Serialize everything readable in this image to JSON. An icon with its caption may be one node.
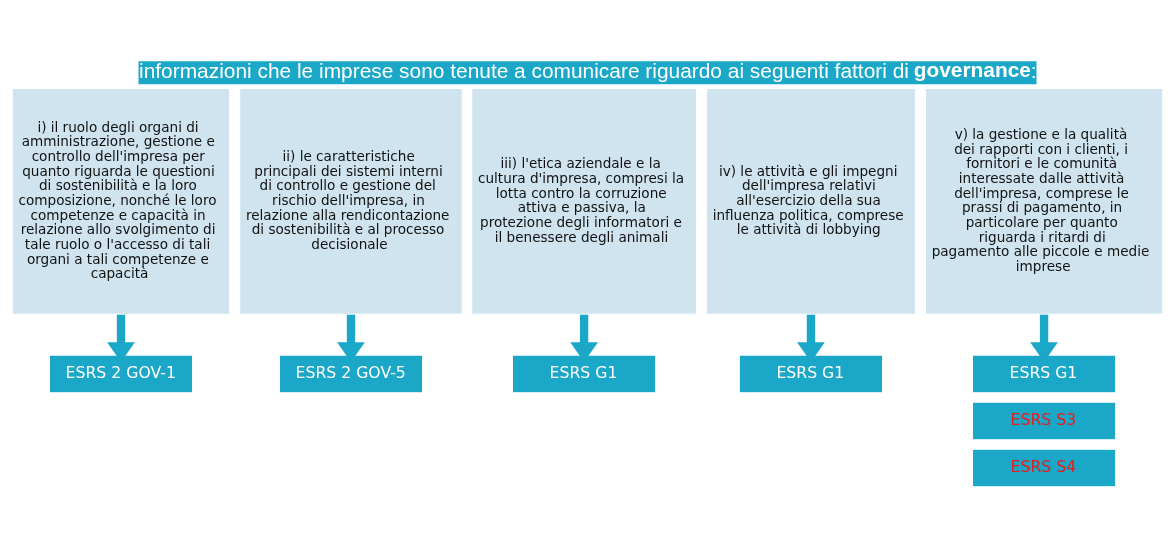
{
  "diagram": {
    "title": "informazioni che le imprese sono tenute a comunicare riguardo ai seguenti fattori di **governance**:",
    "nodes": [
      {
        "text": [
          "i) il ruolo degli organi di amministrazione, gestione e controllo dell'impresa per quanto riguarda le questioni di sostenibilità e la loro composizione, nonché le loro competenze e capacità in relazione allo svolgimento di tale ruolo o l'accesso di tali organi a tali competenze e capacità"
        ]
      },
      {
        "text": [
          "ii) le caratteristiche principali dei sistemi interni di controllo e gestione del rischio dell'impresa, in relazione alla rendicontazione di sostenibilità e al processo decisionale"
        ]
      },
      {
        "text": [
          "iii) l'etica aziendale e la cultura d'impresa, compresi la lotta contro la corruzione attiva e passiva, la protezione degli informatori e il benessere degli animali"
        ]
      },
      {
        "text": [
          "iv) le attività e gli impegni dell'impresa relativi all'esercizio della sua influenza politica, comprese le attività di lobbying"
        ]
      },
      {
        "text": [
          "v) la gestione e la qualità dei rapporti con i clienti, i fornitori e le comunità interessate dalle attività dell'impresa, comprese le prassi di pagamento, in particolare per quanto riguarda i ritardi di pagamento alle piccole e medie imprese"
        ]
      },
      {
        "text": [
          "ESRS 2 GOV-1"
        ]
      },
      {
        "text": [
          "ESRS 2 GOV-5"
        ]
      },
      {
        "text": [
          "ESRS G1"
        ]
      },
      {
        "text": [
          "ESRS G1"
        ]
      },
      {
        "text": [
          "ESRS G1"
        ]
      },
      {
        "text": [
          "ESRS S3"
        ]
      },
      {
        "text": [
          "ESRS S4"
        ]
      }
    ],
    "edges": [
      {
        "from": 0,
        "to": 5,
        "arrow": "to"
      },
      {
        "from": 1,
        "to": 6,
        "arrow": "to"
      },
      {
        "from": 2,
        "to": 7,
        "arrow": "to"
      },
      {
        "from": 3,
        "to": 8,
        "arrow": "to"
      },
      {
        "from": 4,
        "to": 9,
        "arrow": "to"
      }
    ]
  }
}
